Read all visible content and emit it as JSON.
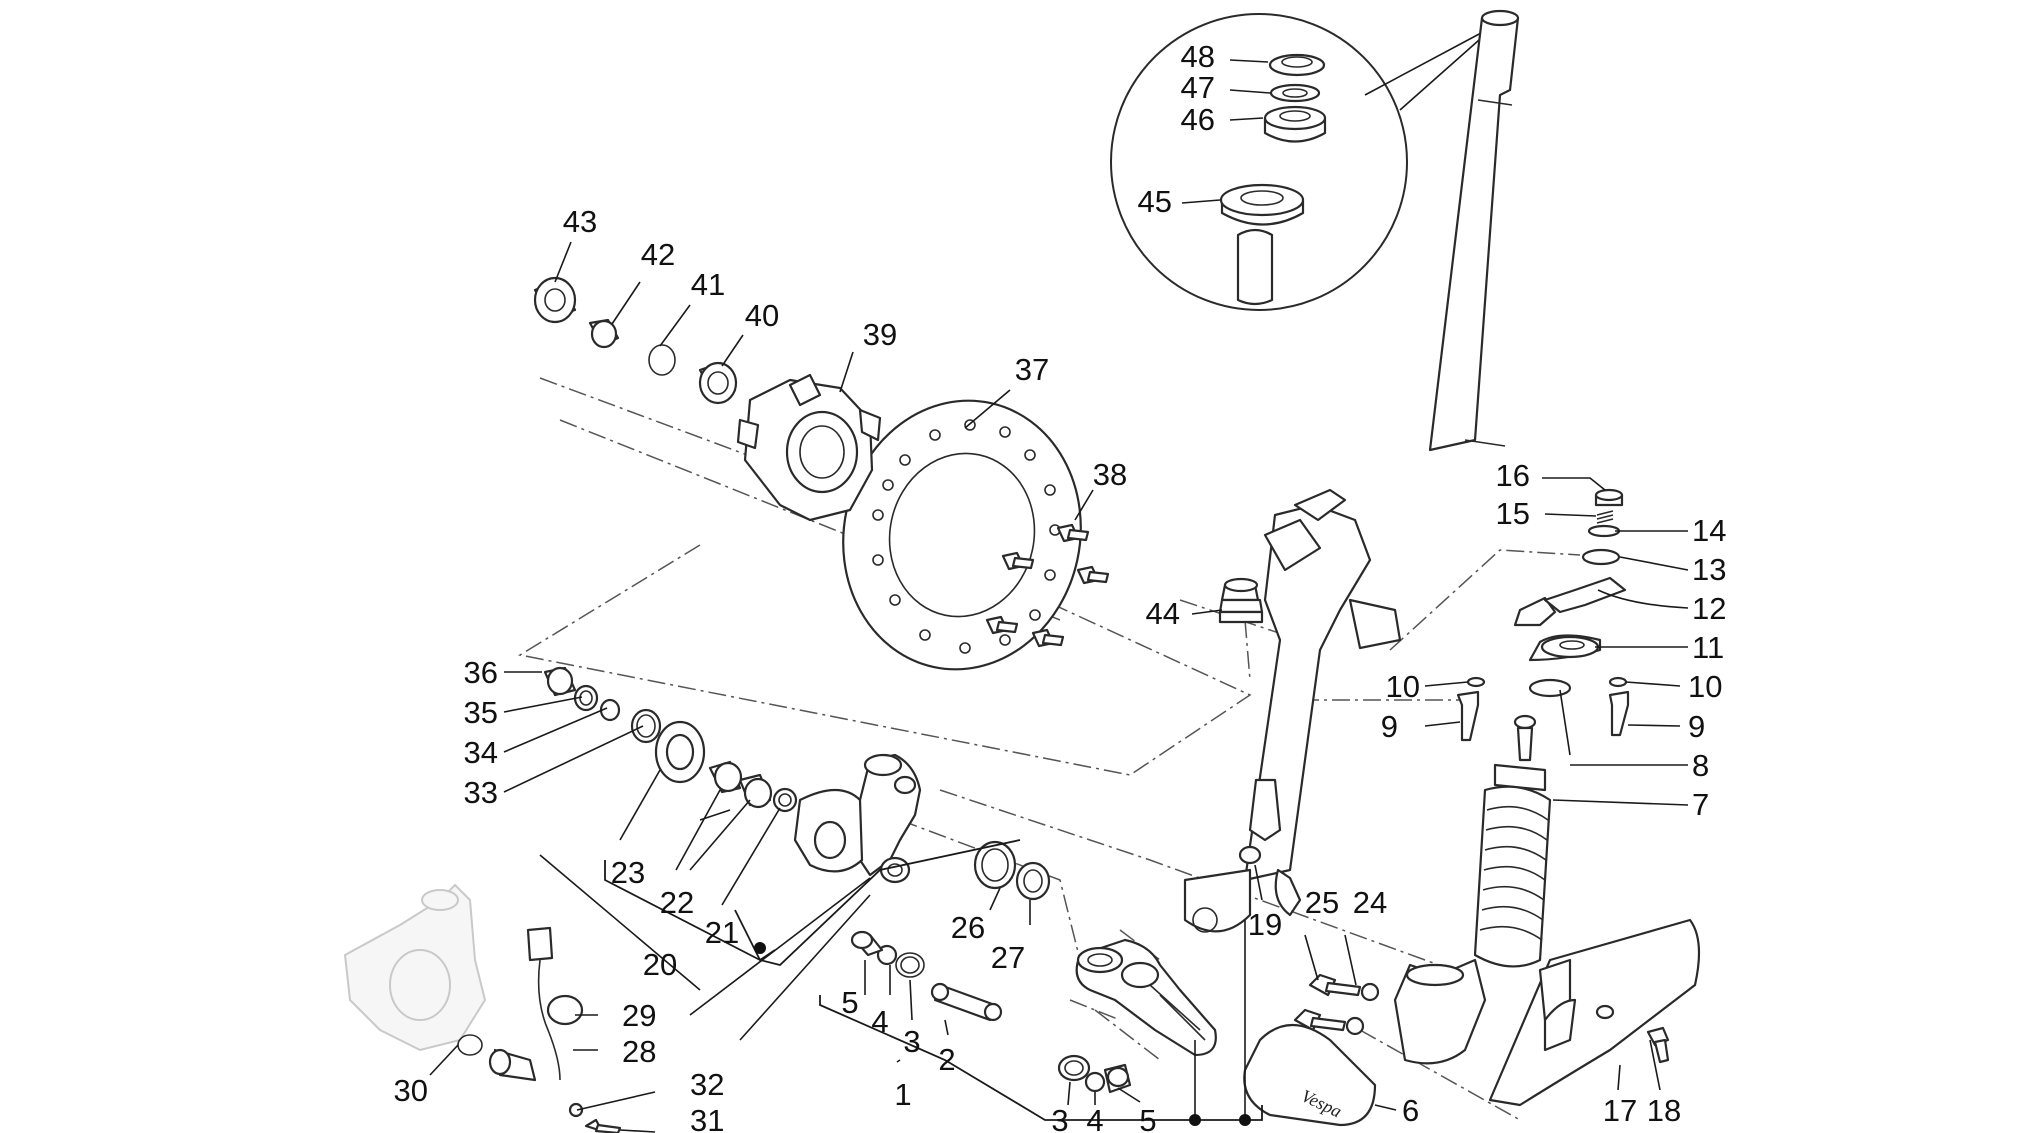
{
  "diagram": {
    "callouts": [
      {
        "id": "c1",
        "label": "1"
      },
      {
        "id": "c2",
        "label": "2"
      },
      {
        "id": "c3a",
        "label": "3"
      },
      {
        "id": "c3b",
        "label": "3"
      },
      {
        "id": "c4a",
        "label": "4"
      },
      {
        "id": "c4b",
        "label": "4"
      },
      {
        "id": "c5a",
        "label": "5"
      },
      {
        "id": "c5b",
        "label": "5"
      },
      {
        "id": "c6",
        "label": "6"
      },
      {
        "id": "c7",
        "label": "7"
      },
      {
        "id": "c8",
        "label": "8"
      },
      {
        "id": "c9a",
        "label": "9"
      },
      {
        "id": "c9b",
        "label": "9"
      },
      {
        "id": "c10a",
        "label": "10"
      },
      {
        "id": "c10b",
        "label": "10"
      },
      {
        "id": "c11",
        "label": "11"
      },
      {
        "id": "c12",
        "label": "12"
      },
      {
        "id": "c13",
        "label": "13"
      },
      {
        "id": "c14",
        "label": "14"
      },
      {
        "id": "c15",
        "label": "15"
      },
      {
        "id": "c16",
        "label": "16"
      },
      {
        "id": "c17",
        "label": "17"
      },
      {
        "id": "c18",
        "label": "18"
      },
      {
        "id": "c19",
        "label": "19"
      },
      {
        "id": "c20",
        "label": "20"
      },
      {
        "id": "c21",
        "label": "21"
      },
      {
        "id": "c22",
        "label": "22"
      },
      {
        "id": "c23",
        "label": "23"
      },
      {
        "id": "c24",
        "label": "24"
      },
      {
        "id": "c25",
        "label": "25"
      },
      {
        "id": "c26",
        "label": "26"
      },
      {
        "id": "c27",
        "label": "27"
      },
      {
        "id": "c28",
        "label": "28"
      },
      {
        "id": "c29",
        "label": "29"
      },
      {
        "id": "c30",
        "label": "30"
      },
      {
        "id": "c31",
        "label": "31"
      },
      {
        "id": "c32",
        "label": "32"
      },
      {
        "id": "c33",
        "label": "33"
      },
      {
        "id": "c34",
        "label": "34"
      },
      {
        "id": "c35",
        "label": "35"
      },
      {
        "id": "c36",
        "label": "36"
      },
      {
        "id": "c37",
        "label": "37"
      },
      {
        "id": "c38",
        "label": "38"
      },
      {
        "id": "c39",
        "label": "39"
      },
      {
        "id": "c40",
        "label": "40"
      },
      {
        "id": "c41",
        "label": "41"
      },
      {
        "id": "c42",
        "label": "42"
      },
      {
        "id": "c43",
        "label": "43"
      },
      {
        "id": "c44",
        "label": "44"
      },
      {
        "id": "c45",
        "label": "45"
      },
      {
        "id": "c46",
        "label": "46"
      },
      {
        "id": "c47",
        "label": "47"
      },
      {
        "id": "c48",
        "label": "48"
      }
    ],
    "logo_text": "Vespa",
    "colors": {
      "line": "#2a2a2a",
      "ghost": "#c9c9c9",
      "background": "#ffffff"
    }
  }
}
